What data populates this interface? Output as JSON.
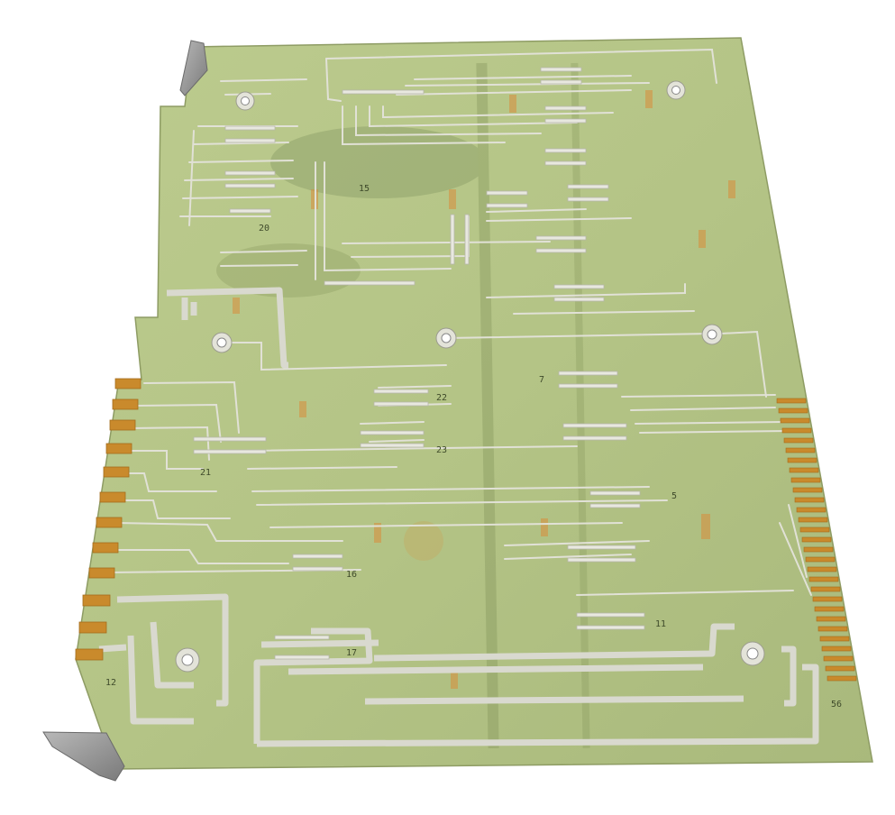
{
  "photo": {
    "subject": "pcb-board",
    "background_color": "#ffffff",
    "board_color": "#b9c88a",
    "trace_color": "#dcdcd2",
    "gold_finger_color": "#c98a2c",
    "ejector_color": "#9a9a9a"
  },
  "silkscreen": {
    "label_15": "15",
    "label_16": "16",
    "label_17": "17",
    "label_20": "20",
    "label_21": "21",
    "label_22": "22",
    "label_23": "23",
    "label_5": "5",
    "label_7": "7",
    "label_11": "11",
    "label_12": "12",
    "label_56": "56"
  }
}
